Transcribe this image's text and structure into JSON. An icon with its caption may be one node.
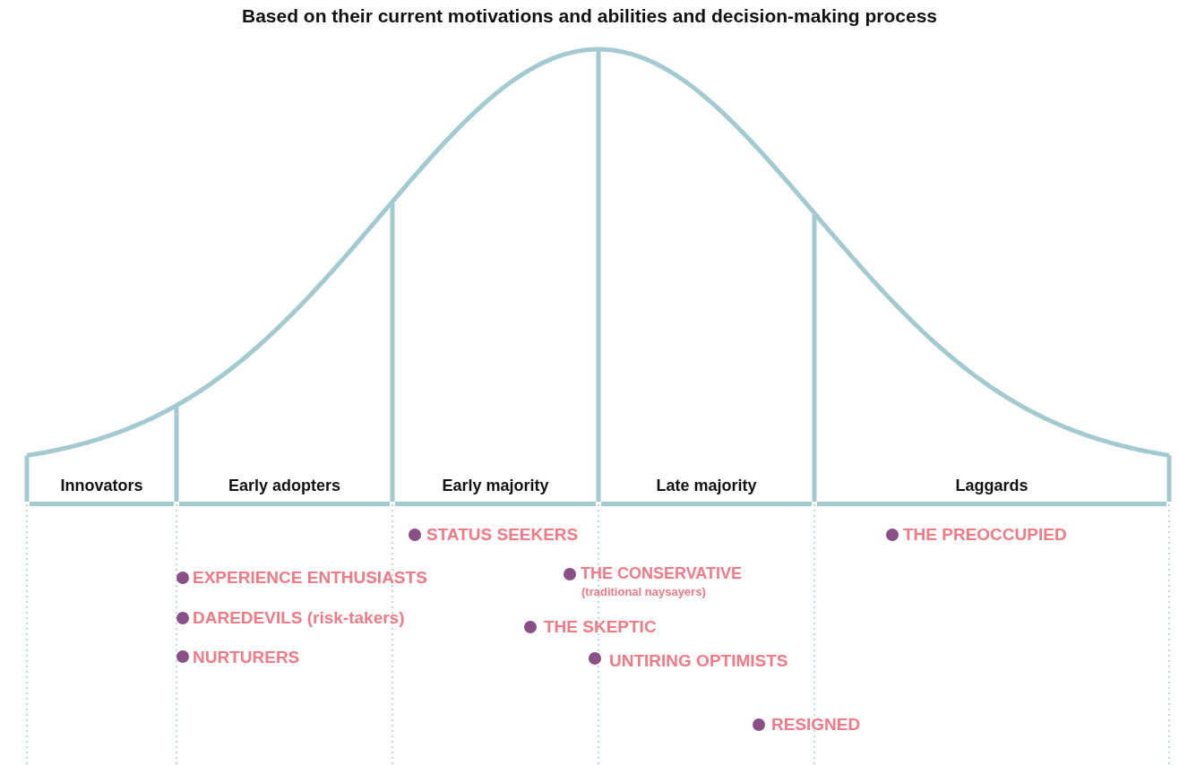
{
  "diagram": {
    "title": "Based on their current motivations and abilities and decision-making process",
    "nodes": [
      {
        "text": [
          "Innovators"
        ]
      },
      {
        "text": [
          "Early adopters"
        ]
      },
      {
        "text": [
          "Early majority"
        ]
      },
      {
        "text": [
          "Late majority"
        ]
      },
      {
        "text": [
          "Laggards"
        ]
      }
    ],
    "labels": [
      "STATUS SEEKERS",
      "THE PREOCCUPIED",
      "THE CONSERVATIVE",
      "EXPERIENCE ENTHUSIASTS",
      "(traditional naysayers)",
      "DAREDEVILS (risk-takers)",
      "THE SKEPTIC",
      "NURTURERS",
      "UNTIRING OPTIMISTS",
      "RESIGNED"
    ]
  }
}
